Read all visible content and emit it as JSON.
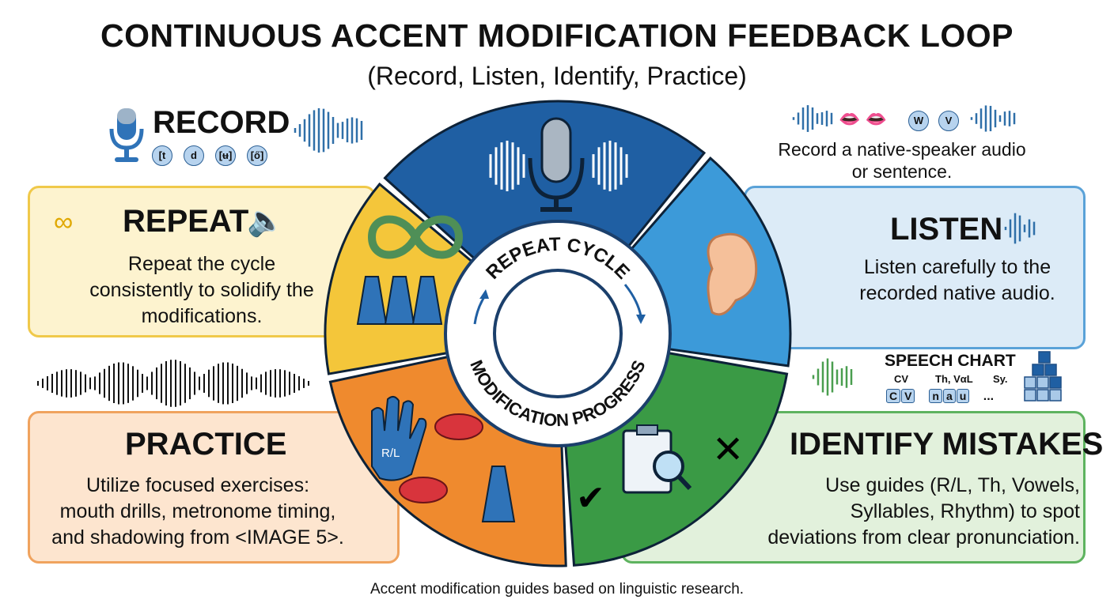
{
  "header": {
    "title": "CONTINUOUS ACCENT MODIFICATION FEEDBACK LOOP",
    "subtitle": "(Record, Listen, Identify, Practice)"
  },
  "record": {
    "title": "RECORD",
    "symbols": [
      "[t",
      "d",
      "[ʉ]",
      "[ő]"
    ]
  },
  "record_native": {
    "symbols": [
      "W",
      "V"
    ],
    "text_line1": "Record a native-speaker audio",
    "text_line2": "or sentence."
  },
  "repeat": {
    "title": "REPEAT",
    "text": [
      "Repeat the cycle",
      "consistently to solidify the",
      "modifications."
    ]
  },
  "listen": {
    "title": "LISTEN",
    "text": [
      "Listen carefully to the",
      "recorded native audio."
    ]
  },
  "speech_chart": {
    "title": "SPEECH CHART",
    "cols": [
      "CV",
      "Th, VαL",
      "Sy."
    ],
    "boxes1": [
      "C",
      "V"
    ],
    "boxes2": [
      "n",
      "a",
      "u"
    ],
    "more": "..."
  },
  "practice": {
    "title": "PRACTICE",
    "text": [
      "Utilize focused exercises:",
      "mouth drills, metronome timing,",
      "and shadowing from <IMAGE 5>."
    ]
  },
  "identify": {
    "title": "IDENTIFY MISTAKES",
    "text": [
      "Use guides (R/L, Th, Vowels,",
      "Syllables, Rhythm) to spot",
      "deviations from clear pronunciation."
    ]
  },
  "center": {
    "top_label": "REPEAT CYCLE",
    "bottom_label": "MODIFICATION PROGRESS",
    "hand_label": "R/L"
  },
  "footer": "Accent modification guides based on linguistic research.",
  "colors": {
    "record": "#1f5fa3",
    "listen": "#3c9ad9",
    "identify": "#3a9a45",
    "practice": "#ef8a2e",
    "repeat": "#f4c63a"
  }
}
